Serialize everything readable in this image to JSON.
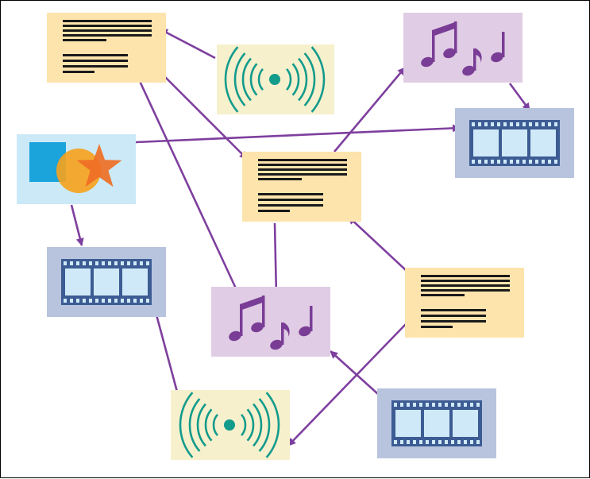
{
  "colors": {
    "document_bg": "#fde4ad",
    "audio_bg": "#e0cde5",
    "video_bg": "#b8c4de",
    "image_bg": "#cbe9f7",
    "signal_bg": "#f7f0cc",
    "arrow": "#7e3f9e",
    "text_lines": "#1a1a1a",
    "note": "#7a3d96",
    "film": "#3d5c94",
    "film_frame": "#cfe9f8",
    "signal": "#139b8c",
    "square": "#1ba3dc",
    "circle": "#f7a21b",
    "star": "#ef6e25"
  },
  "nodes": [
    {
      "id": "doc1",
      "kind": "document"
    },
    {
      "id": "signal1",
      "kind": "signal"
    },
    {
      "id": "music1",
      "kind": "audio"
    },
    {
      "id": "video1",
      "kind": "video"
    },
    {
      "id": "image1",
      "kind": "image"
    },
    {
      "id": "doc2",
      "kind": "document"
    },
    {
      "id": "video2",
      "kind": "video"
    },
    {
      "id": "music2",
      "kind": "audio"
    },
    {
      "id": "doc3",
      "kind": "document"
    },
    {
      "id": "signal2",
      "kind": "signal"
    },
    {
      "id": "video3",
      "kind": "video"
    }
  ],
  "edges": [
    {
      "from": "signal1",
      "to": "doc1"
    },
    {
      "from": "doc1",
      "to": "doc2"
    },
    {
      "from": "image1",
      "to": "video1"
    },
    {
      "from": "doc2",
      "to": "music1"
    },
    {
      "from": "music1",
      "to": "video1"
    },
    {
      "from": "image1",
      "to": "video2"
    },
    {
      "from": "doc2",
      "to": "music2"
    },
    {
      "from": "music2",
      "to": "doc1"
    },
    {
      "from": "doc3",
      "to": "doc2"
    },
    {
      "from": "doc3",
      "to": "signal2"
    },
    {
      "from": "video3",
      "to": "music2"
    },
    {
      "from": "signal2",
      "to": "video2"
    }
  ]
}
